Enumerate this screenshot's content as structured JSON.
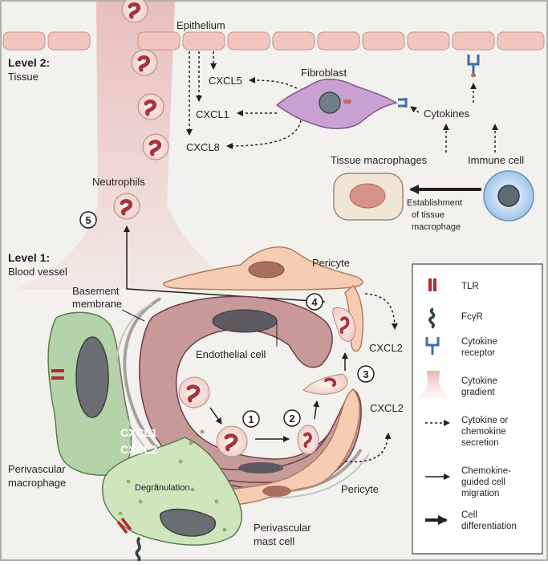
{
  "level2": {
    "title": "Level 2:",
    "subtitle": "Tissue"
  },
  "level1": {
    "title": "Level 1:",
    "subtitle": "Blood vessel"
  },
  "tissue": {
    "epithelium": "Epithelium",
    "fibroblast": "Fibroblast",
    "cxcl5": "CXCL5",
    "cxcl1": "CXCL1",
    "cxcl8": "CXCL8",
    "cytokines": "Cytokines",
    "tissue_macrophages": "Tissue macrophages",
    "immune_cell": "Immune cell",
    "establishment": [
      "Establishment",
      "of tissue",
      "macrophage"
    ],
    "neutrophils": "Neutrophils"
  },
  "vessel": {
    "pericyte_top": "Pericyte",
    "pericyte_bottom": "Pericyte",
    "basement": [
      "Basement",
      "membrane"
    ],
    "endothelial": "Endothelial cell",
    "cxcl2_top": "CXCL2",
    "cxcl2_bottom": "CXCL2",
    "macrophage_cxcl1": "CXCL1",
    "macrophage_cxcl2": "CXCL2",
    "perivascular_macrophage": [
      "Perivascular",
      "macrophage"
    ],
    "degranulation": "Degranulation",
    "mast_cell": [
      "Perivascular",
      "mast cell"
    ]
  },
  "steps": [
    "1",
    "2",
    "3",
    "4",
    "5"
  ],
  "legend": {
    "items": [
      {
        "icon": "tlr-icon",
        "label": [
          "TLR"
        ]
      },
      {
        "icon": "fc-gamma-receptor-icon",
        "label": [
          "FcγR"
        ]
      },
      {
        "icon": "cytokine-receptor-icon",
        "label": [
          "Cytokine",
          "receptor"
        ]
      },
      {
        "icon": "cytokine-gradient-icon",
        "label": [
          "Cytokine",
          "gradient"
        ]
      },
      {
        "icon": "dashed-arrow-icon",
        "label": [
          "Cytokine or",
          "chemokine",
          "secretion"
        ]
      },
      {
        "icon": "thin-arrow-icon",
        "label": [
          "Chemokine-",
          "guided cell",
          "migration"
        ]
      },
      {
        "icon": "thick-arrow-icon",
        "label": [
          "Cell",
          "differentiation"
        ]
      }
    ]
  },
  "colors": {
    "background": "#f3f1ed",
    "epithelium": "#f2c6be",
    "fibroblast": "#c9a0d2",
    "endothelial": "#c79a99",
    "pericyte": "#f6cdb3",
    "perivascular_macrophage": "#b3d4a8",
    "mast_cell": "#cfe6bd",
    "nucleus": "#5d5a60",
    "neutrophil_nucleus": "#a8333d",
    "tlr": "#b12a35",
    "receptor": "#3a6ea5"
  }
}
